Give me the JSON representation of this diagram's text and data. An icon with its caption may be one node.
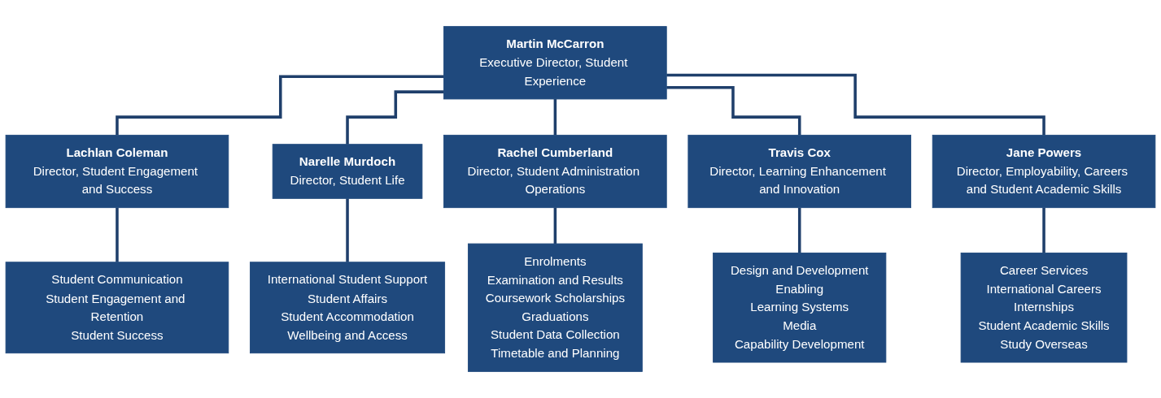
{
  "diagram": {
    "nodes": [
      {
        "text": [
          "Martin McCarron",
          "Executive Director, Student Experience"
        ]
      },
      {
        "text": [
          "Lachlan Coleman",
          "Director, Student Engagement and Success"
        ]
      },
      {
        "text": [
          "Narelle Murdoch",
          "Director, Student Life"
        ]
      },
      {
        "text": [
          "Rachel Cumberland",
          "Director, Student Administration Operations"
        ]
      },
      {
        "text": [
          "Travis Cox",
          "Director, Learning Enhancement and Innovation"
        ]
      },
      {
        "text": [
          "Jane Powers",
          "Director, Employability, Careers and Student Academic Skills"
        ]
      },
      {
        "text": [
          "Student Communication",
          "Student Engagement and Retention",
          "Student Success"
        ]
      },
      {
        "text": [
          "International Student Support",
          "Student Affairs",
          "Student Accommodation",
          "Wellbeing and Access"
        ]
      },
      {
        "text": [
          "Enrolments",
          "Examination and Results",
          "Coursework Scholarships",
          "Graduations",
          "Student Data Collection",
          "Timetable and Planning"
        ]
      },
      {
        "text": [
          "Design and Development",
          "Enabling",
          "Learning Systems",
          "Media",
          "Capability Development"
        ]
      },
      {
        "text": [
          "Career Services",
          "International Careers",
          "Internships",
          "Student Academic Skills",
          "Study Overseas"
        ]
      }
    ],
    "edges": [
      {
        "from": 0,
        "to": 1,
        "arrow": "none"
      },
      {
        "from": 0,
        "to": 2,
        "arrow": "none"
      },
      {
        "from": 0,
        "to": 3,
        "arrow": "none"
      },
      {
        "from": 0,
        "to": 4,
        "arrow": "none"
      },
      {
        "from": 0,
        "to": 5,
        "arrow": "none"
      },
      {
        "from": 1,
        "to": 6,
        "arrow": "none"
      },
      {
        "from": 2,
        "to": 7,
        "arrow": "none"
      },
      {
        "from": 3,
        "to": 8,
        "arrow": "none"
      },
      {
        "from": 4,
        "to": 9,
        "arrow": "none"
      },
      {
        "from": 5,
        "to": 10,
        "arrow": "none"
      }
    ]
  }
}
